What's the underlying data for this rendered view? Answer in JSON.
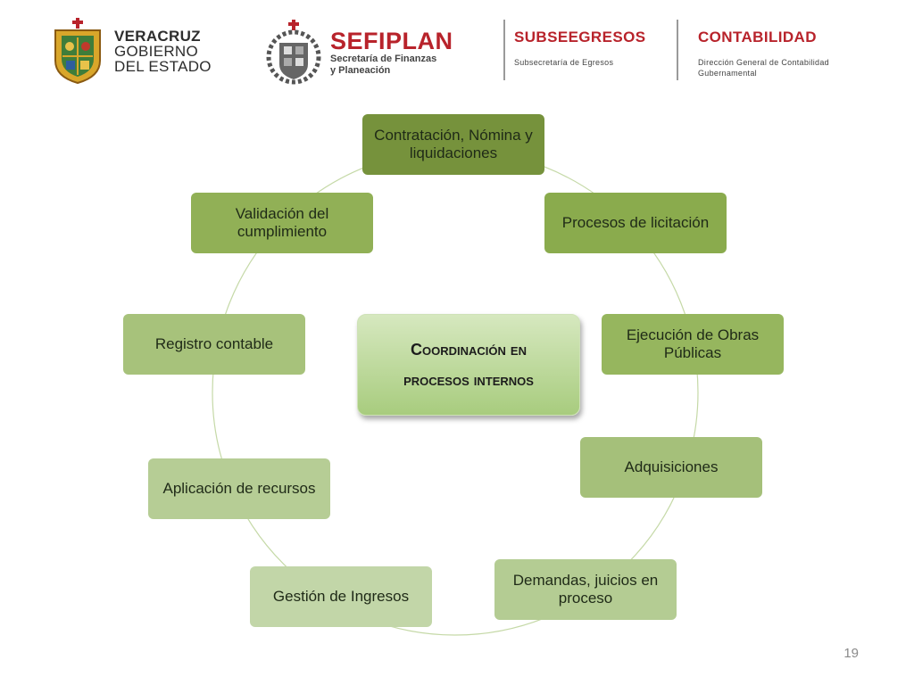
{
  "header": {
    "veracruz": {
      "line1": "VERACRUZ",
      "line2": "GOBIERNO",
      "line3": "DEL ESTADO"
    },
    "sefiplan": {
      "title": "SEFIPLAN",
      "sub1": "Secretaría de Finanzas",
      "sub2": "y Planeación"
    },
    "subseegresos": {
      "title": "SUBSEEGRESOS",
      "desc": "Subsecretaría de Egresos"
    },
    "contabilidad": {
      "title": "CONTABILIDAD",
      "desc1": "Dirección General de Contabilidad",
      "desc2": "Gubernamental"
    }
  },
  "diagram": {
    "center": {
      "line1": "Coordinación en",
      "line2": "procesos internos"
    },
    "nodes": [
      {
        "label": "Contratación, Nómina y liquidaciones",
        "color": "#76923c"
      },
      {
        "label": "Procesos de licitación",
        "color": "#8aab4d"
      },
      {
        "label": "Ejecución de Obras Públicas",
        "color": "#96b65e"
      },
      {
        "label": "Adquisiciones",
        "color": "#a5c07a"
      },
      {
        "label": "Demandas, juicios en proceso",
        "color": "#b4cc93"
      },
      {
        "label": "Gestión de Ingresos",
        "color": "#c2d6a8"
      },
      {
        "label": "Aplicación de recursos",
        "color": "#b6cd95"
      },
      {
        "label": "Registro contable",
        "color": "#a7c27b"
      },
      {
        "label": "Validación del cumplimiento",
        "color": "#91b056"
      }
    ],
    "ring_color": "#c5d9a7"
  },
  "page_number": "19"
}
